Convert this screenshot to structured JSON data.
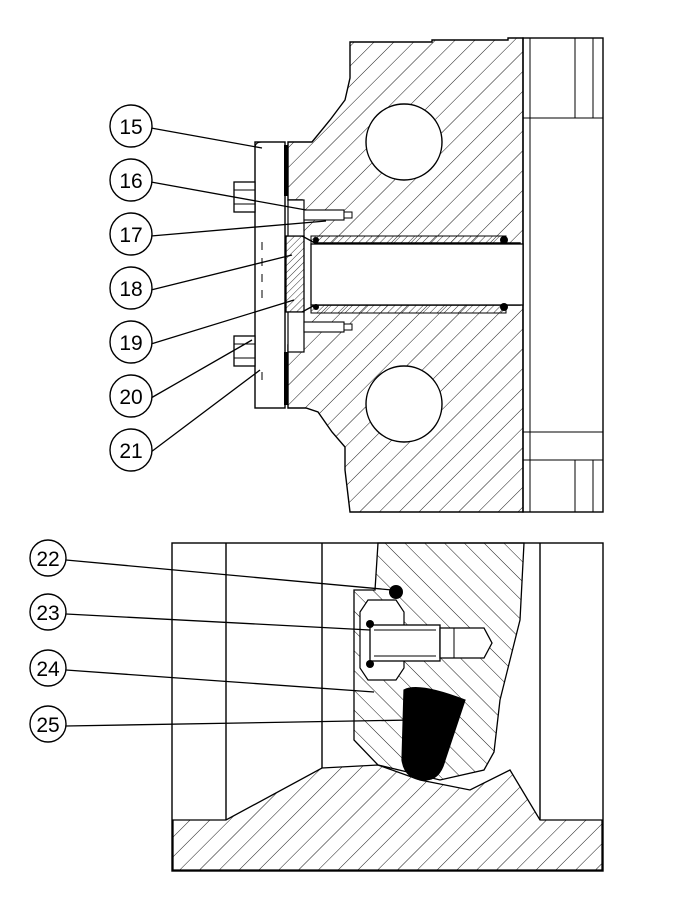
{
  "views": {
    "top_view": {
      "callouts": [
        {
          "id": "15",
          "label": "15"
        },
        {
          "id": "16",
          "label": "16"
        },
        {
          "id": "17",
          "label": "17"
        },
        {
          "id": "18",
          "label": "18"
        },
        {
          "id": "19",
          "label": "19"
        },
        {
          "id": "20",
          "label": "20"
        },
        {
          "id": "21",
          "label": "21"
        }
      ]
    },
    "detail_view": {
      "callouts": [
        {
          "id": "22",
          "label": "22"
        },
        {
          "id": "23",
          "label": "23"
        },
        {
          "id": "24",
          "label": "24"
        },
        {
          "id": "25",
          "label": "25"
        }
      ]
    }
  },
  "colors": {
    "line": "#000000",
    "background": "#ffffff",
    "seal": "#000000"
  }
}
